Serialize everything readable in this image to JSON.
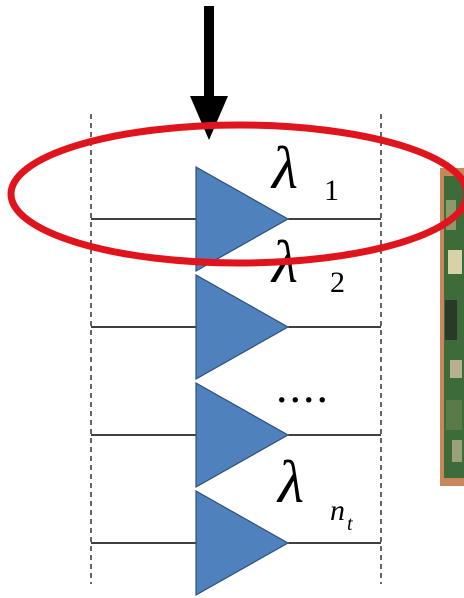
{
  "diagram": {
    "stages": [
      {
        "symbol": "λ",
        "subscript": "1",
        "subscript_italic": false
      },
      {
        "symbol": "λ",
        "subscript": "2",
        "subscript_italic": false
      },
      {
        "symbol": "....",
        "subscript": "",
        "subscript_italic": false
      },
      {
        "symbol": "λ",
        "subscript": "n",
        "subscript_sub": "t",
        "subscript_italic": true
      }
    ],
    "colors": {
      "amplifier_fill": "#4f81bd",
      "amplifier_stroke": "#2f4f7f",
      "highlight_ring": "#e0141c",
      "arrow": "#000000",
      "guide_lines": "#000000",
      "photo_border": "#c8875a",
      "photo_board": "#3d6b3a"
    },
    "icons": {
      "input_arrow": "down-arrow-icon",
      "amplifier": "triangle-amplifier-icon",
      "highlight": "ellipse-highlight-icon",
      "photo": "circuit-board-photo"
    }
  }
}
